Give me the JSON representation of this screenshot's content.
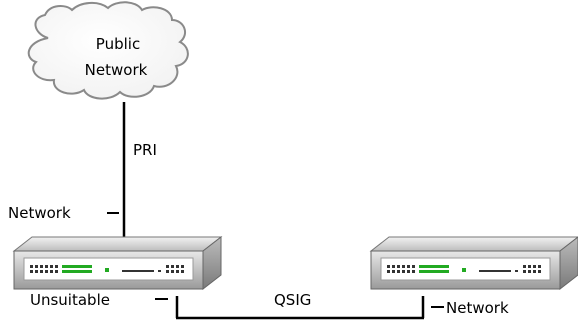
{
  "cloud": {
    "line1": "Public",
    "line2": "Network"
  },
  "links": {
    "pri": "PRI",
    "qsig": "QSIG"
  },
  "device_left": {
    "top_label": "Network",
    "bottom_label": "Unsuitable"
  },
  "device_right": {
    "bottom_label": "Network"
  },
  "colors": {
    "line": "#000000",
    "cloud_stroke": "#8a8a8a",
    "device_body": "#d4d4d4",
    "port_green": "#22aa22"
  }
}
